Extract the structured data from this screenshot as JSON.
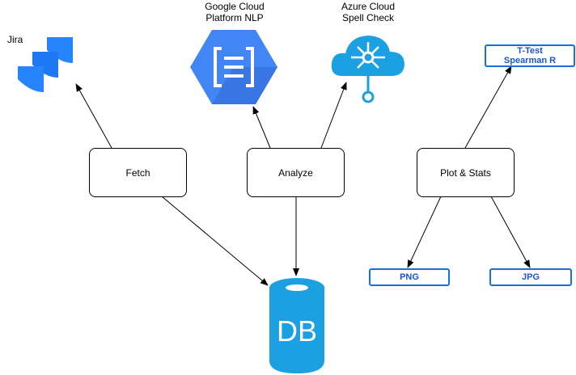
{
  "jira": {
    "label": "Jira"
  },
  "gcp": {
    "label_line1": "Google Cloud",
    "label_line2": "Platform NLP"
  },
  "azure": {
    "label_line1": "Azure Cloud",
    "label_line2": "Spell Check"
  },
  "nodes": {
    "fetch": "Fetch",
    "analyze": "Analyze",
    "plot": "Plot & Stats",
    "db": "DB"
  },
  "outputs": {
    "stats_line1": "T-Test",
    "stats_line2": "Spearman R",
    "png": "PNG",
    "jpg": "JPG"
  },
  "colors": {
    "jira_blue": "#2684ff",
    "jira_dark": "#0052cc",
    "gcp_blue": "#4285f4",
    "azure_blue": "#1ba1e2",
    "db_blue": "#1ba1e2",
    "tag_border": "#1a6fe0"
  },
  "icons": {
    "jira": "jira-logo-icon",
    "gcp": "gcp-hexagon-icon",
    "azure": "cloud-network-icon",
    "db": "database-cylinder-icon"
  }
}
